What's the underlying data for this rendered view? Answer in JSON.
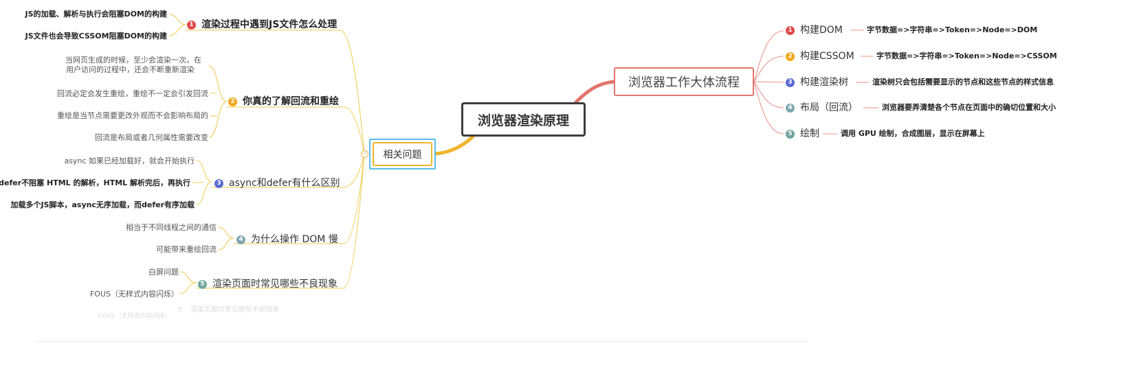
{
  "center": {
    "title": "浏览器渲染原理"
  },
  "right_branch": {
    "title": "浏览器工作大体流程",
    "items": [
      {
        "n": "1",
        "label": "构建DOM",
        "desc": "字节数据=>字符串=>Token=>Node=>DOM",
        "color": "#e04a4a"
      },
      {
        "n": "2",
        "label": "构建CSSOM",
        "desc": "字节数据=>字符串=>Token=>Node=>CSSOM",
        "color": "#f2a71b"
      },
      {
        "n": "3",
        "label": "构建渲染树",
        "desc": "渲染树只会包括需要显示的节点和这些节点的样式信息",
        "color": "#5a6bd4"
      },
      {
        "n": "4",
        "label": "布局（回流）",
        "desc": "浏览器要弄清楚各个节点在页面中的确切位置和大小",
        "color": "#7fa6b0"
      },
      {
        "n": "5",
        "label": "绘制",
        "desc": "调用 GPU 绘制，合成图层，显示在屏幕上",
        "color": "#6ea59c"
      }
    ]
  },
  "left_branch": {
    "title": "相关问题",
    "collapse_symbol": "−",
    "items": [
      {
        "n": "1",
        "label": "渲染过程中遇到JS文件怎么处理",
        "color": "#e04a4a",
        "children": [
          "JS的加载、解析与执行会阻塞DOM的构建",
          "JS文件也会导致CSSOM阻塞DOM的构建"
        ]
      },
      {
        "n": "2",
        "label": "你真的了解回流和重绘",
        "color": "#f2a71b",
        "children": [
          "当网页生成的时候，至少会渲染一次。在",
          "用户访问的过程中，还会不断重新渲染",
          "回流必定会发生重绘，重绘不一定会引发回流",
          "重绘是当节点需要更改外观而不会影响布局的",
          "回流是布局或者几何属性需要改变"
        ]
      },
      {
        "n": "3",
        "label": "async和defer有什么区别",
        "color": "#5a6bd4",
        "children": [
          "async 如果已经加载好，就会开始执行",
          "defer不阻塞 HTML 的解析，HTML 解析完后，再执行",
          "加载多个JS脚本，async无序加载，而defer有序加载"
        ]
      },
      {
        "n": "4",
        "label": "为什么操作 DOM 慢",
        "color": "#7fa6b0",
        "children": [
          "相当于不同线程之间的通信",
          "可能带来重绘回流"
        ]
      },
      {
        "n": "5",
        "label": "渲染页面时常见哪些不良现象",
        "color": "#6ea59c",
        "children": [
          "白屏问题",
          "FOUS（无样式内容闪烁）"
        ]
      }
    ]
  },
  "ghost": {
    "item5_label": "渲染页面时常见哪些不良现象",
    "item5_child": "FOUS（无样式内容闪烁）",
    "item5_num": "5"
  },
  "colors": {
    "left_link": "#f0b52a",
    "right_link": "#e4746b",
    "center_border": "#3c3c3c",
    "selection": "#59bde6"
  }
}
